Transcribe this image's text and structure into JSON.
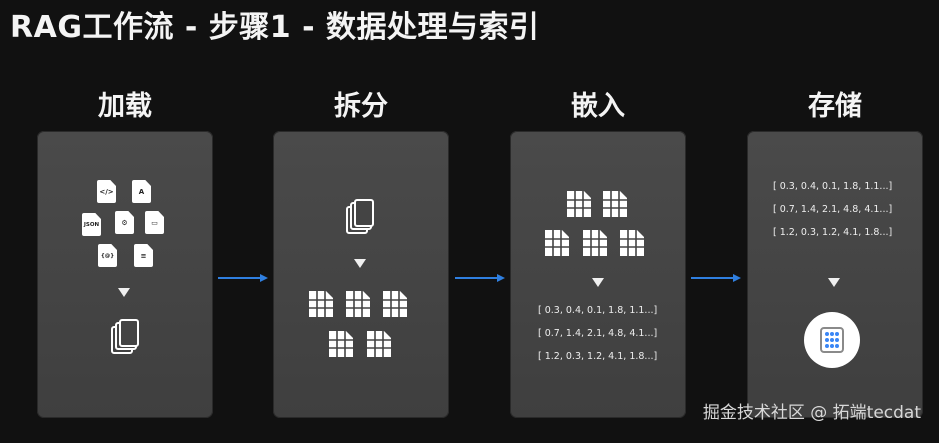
{
  "title": "RAG工作流 - 步骤1 - 数据处理与索引",
  "stages": [
    {
      "label": "加载"
    },
    {
      "label": "拆分"
    },
    {
      "label": "嵌入"
    },
    {
      "label": "存储"
    }
  ],
  "file_labels": [
    "</>",
    "A",
    "JSON",
    "⚙",
    "▭",
    "{@}",
    "≡"
  ],
  "vectors": [
    "[ 0.3, 0.4, 0.1, 1.8, 1.1...]",
    "[ 0.7, 1.4, 2.1, 4.8, 4.1...]",
    "[ 1.2, 0.3, 1.2, 4.1, 1.8...]"
  ],
  "watermark": "掘金技术社区 @ 拓端tecdat",
  "colors": {
    "background": "#111111",
    "card": "#444444",
    "arrow": "#2f7fe0",
    "db_icon": "#3a86f5"
  }
}
